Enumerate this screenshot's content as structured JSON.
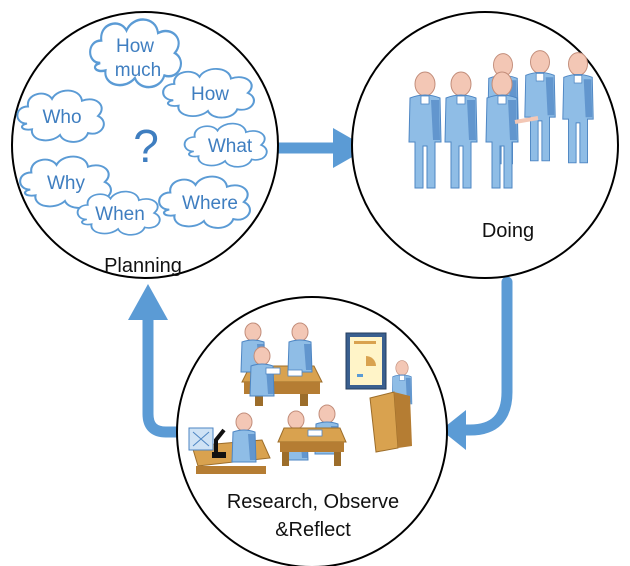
{
  "nodes": {
    "planning": {
      "label": "Planning"
    },
    "doing": {
      "label": "Doing"
    },
    "research": {
      "label_line1": "Research, Observe",
      "label_line2": "&Reflect"
    }
  },
  "questions": {
    "how": "How",
    "much": "much",
    "how2": "How",
    "who": "Who",
    "what": "What",
    "why": "Why",
    "where": "Where",
    "when": "When",
    "mark": "?"
  },
  "colors": {
    "arrow": "#5b9bd5",
    "cloud_stroke": "#5b9bd5",
    "cloud_text": "#3f7ec0",
    "person_fill": "#8fbde6",
    "person_shade": "#4e86c3",
    "head": "#f3c7b5",
    "desk": "#d9a24f"
  },
  "icons": [
    "question-cloud-icon",
    "people-group-icon",
    "meeting-icon",
    "presenter-icon",
    "microscope-icon",
    "desk-worker-icon"
  ]
}
